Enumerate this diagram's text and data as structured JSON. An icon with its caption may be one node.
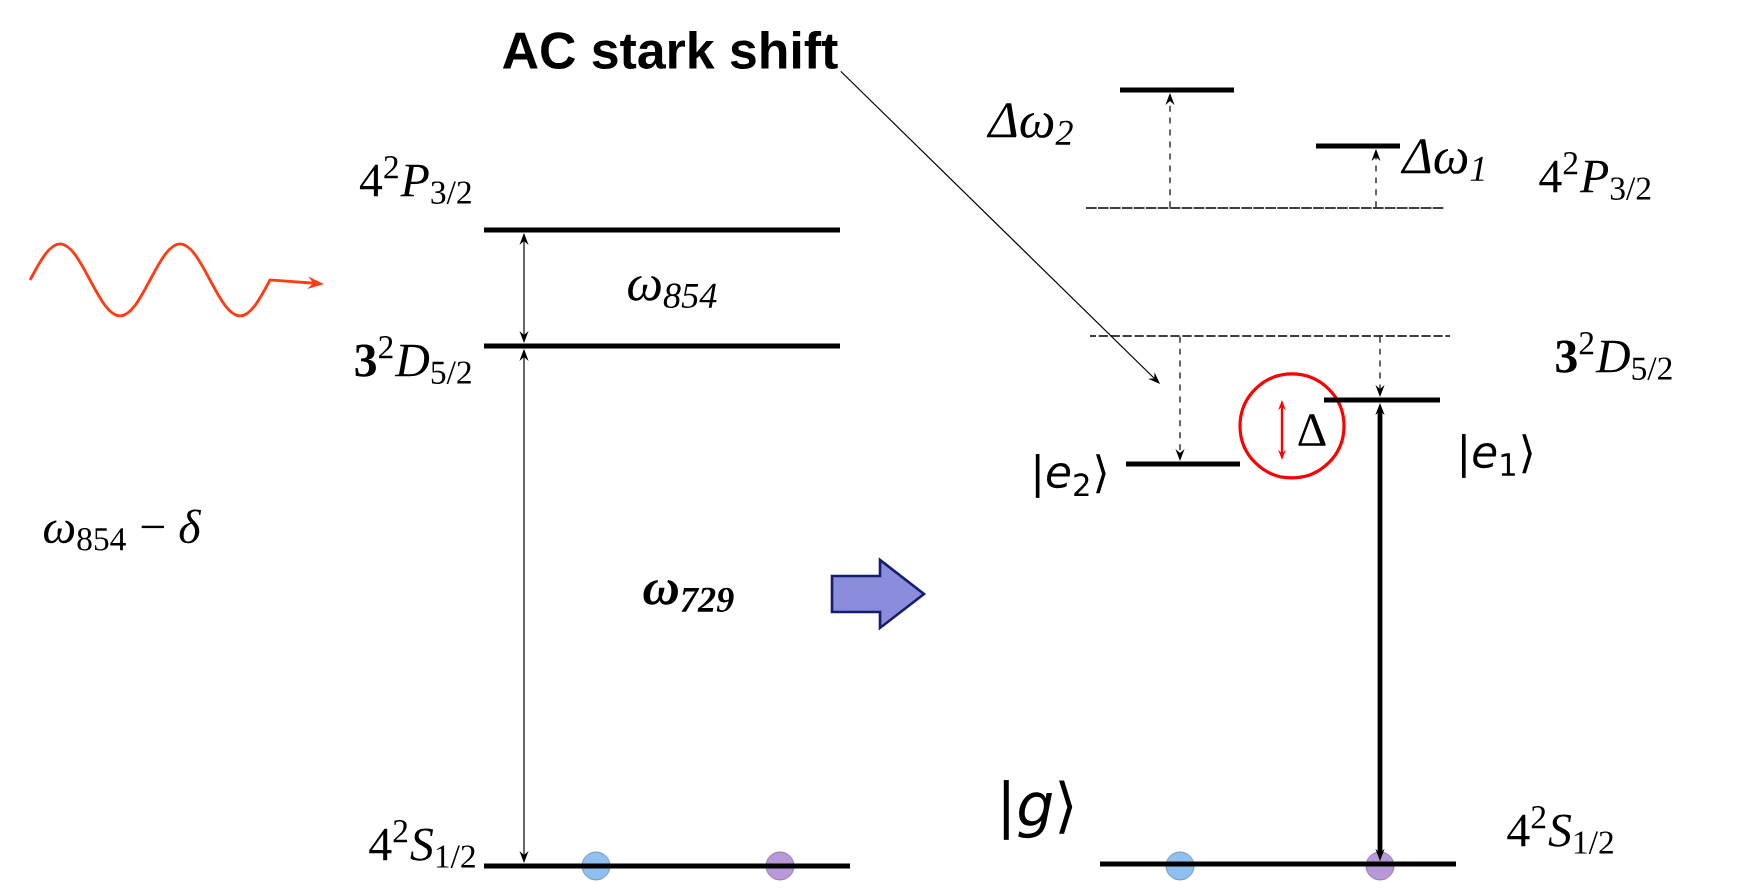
{
  "diagram": {
    "nodes": [
      {
        "text": [],
        "shape": "bar",
        "beside": [
          "4$^{2}$*P*$_{3/2}$"
        ]
      },
      {
        "text": [],
        "shape": "bar",
        "beside": [
          "**3**$^{2}$*D*$_{5/2}$"
        ]
      },
      {
        "text": [],
        "shape": "bar",
        "beside": [
          "4$^{2}$*S*$_{1/2}$"
        ]
      },
      {
        "text": [],
        "shape": "bar"
      },
      {
        "text": [],
        "shape": "bar"
      },
      {
        "text": [],
        "shape": "bar"
      },
      {
        "text": [],
        "shape": "bar"
      },
      {
        "text": [],
        "shape": "bar",
        "beside": [
          "|*e*$_{2}$⟩"
        ]
      },
      {
        "text": [],
        "shape": "bar",
        "beside": [
          "|*e*$_{1}$⟩"
        ]
      },
      {
        "text": [],
        "shape": "bar",
        "beside": [
          "|*g*⟩",
          "4$^{2}$*S*$_{1/2}$"
        ]
      },
      {
        "text": [
          "AC stark shift"
        ]
      }
    ],
    "edges": [
      {
        "from": 0,
        "to": 1,
        "arrow": "both",
        "label": "*ω*$_{854}$"
      },
      {
        "from": 1,
        "to": 2,
        "arrow": "both",
        "label": "*ω*$_{729}$"
      },
      {
        "from": 5,
        "to": 3,
        "arrow": "to",
        "style": "dashed",
        "label": "Δω$_{2}$"
      },
      {
        "from": 5,
        "to": 4,
        "arrow": "to",
        "style": "dashed",
        "label": "Δω$_{1}$"
      },
      {
        "from": 6,
        "to": 7,
        "arrow": "to",
        "style": "dashed"
      },
      {
        "from": 6,
        "to": 8,
        "arrow": "to",
        "style": "dashed"
      },
      {
        "from": 9,
        "to": 8,
        "arrow": "both",
        "style": "thick"
      },
      {
        "from": 10,
        "to": null,
        "arrow": "to"
      }
    ],
    "labels": [
      "*ω*$_{854}$ − *δ*",
      "4$^{2}$*P*$_{3/2}$",
      "**3**$^{2}$*D*$_{5/2}$",
      "Δ"
    ]
  }
}
